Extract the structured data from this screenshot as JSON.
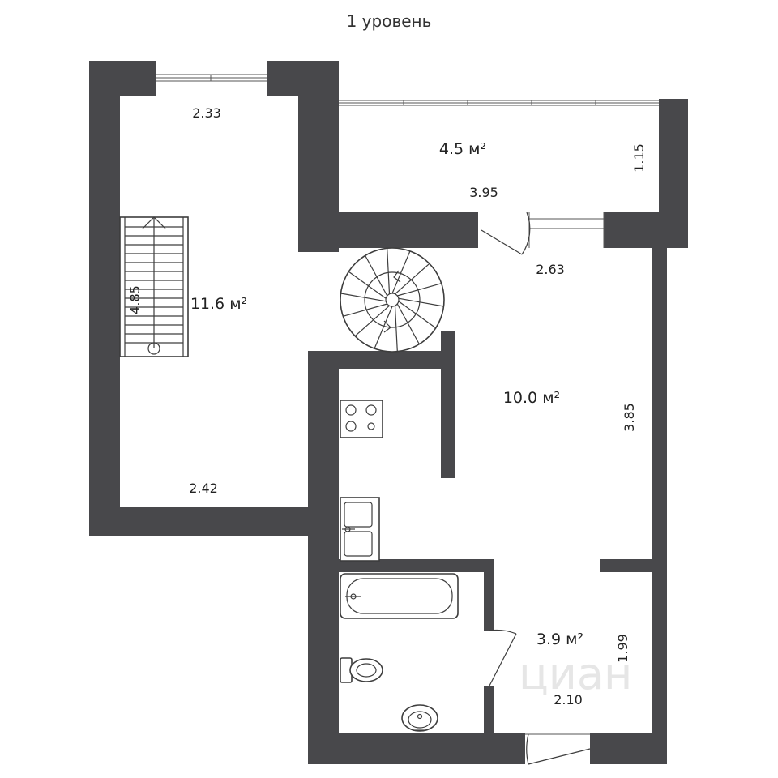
{
  "plan": {
    "title": "1 уровень",
    "wall_color": "#48484b",
    "watermark": "циан"
  },
  "rooms": [
    {
      "id": "left_room",
      "area": "11.6 м²",
      "dims": [
        "2.33",
        "4.85",
        "2.42"
      ]
    },
    {
      "id": "balcony",
      "area": "4.5 м²",
      "dims": [
        "3.95",
        "1.15"
      ]
    },
    {
      "id": "central_room",
      "area": "10.0 м²",
      "dims": [
        "2.63",
        "3.85"
      ]
    },
    {
      "id": "hall",
      "area": "3.9 м²",
      "dims": [
        "2.10",
        "1.99"
      ]
    }
  ],
  "icons": [
    "straight-stairs-icon",
    "spiral-stairs-icon",
    "stove-icon",
    "sink-icon",
    "bathtub-icon",
    "toilet-icon",
    "washbasin-icon"
  ]
}
